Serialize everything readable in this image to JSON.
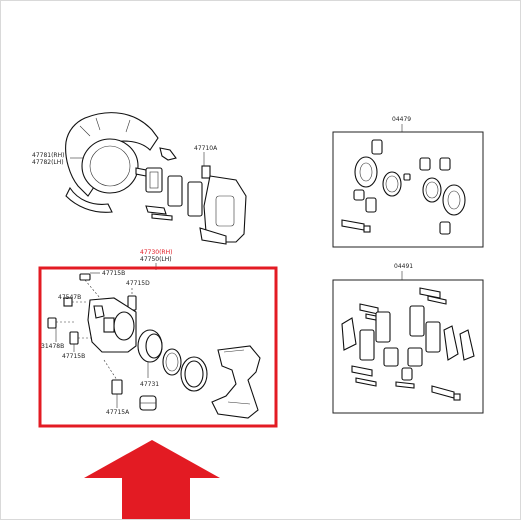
{
  "diagram": {
    "shield_labels": [
      "47781(RH)",
      "47782(LH)"
    ],
    "bolt_label": "47710A",
    "caliper_labels": [
      "47730(RH)",
      "47750(LH)"
    ],
    "inner_labels": {
      "p47715B": "47715B",
      "p47715D": "47715D",
      "p47547B": "47547B",
      "p31478B": "31478B",
      "p47715Bb": "47715B",
      "p47731": "47731",
      "p47715A": "47715A"
    },
    "kit_top_label": "04479",
    "kit_bottom_label": "04491"
  },
  "colors": {
    "highlight_box": "#e31b23",
    "arrow": "#e31b23",
    "label_highlight": "#e31b23"
  }
}
